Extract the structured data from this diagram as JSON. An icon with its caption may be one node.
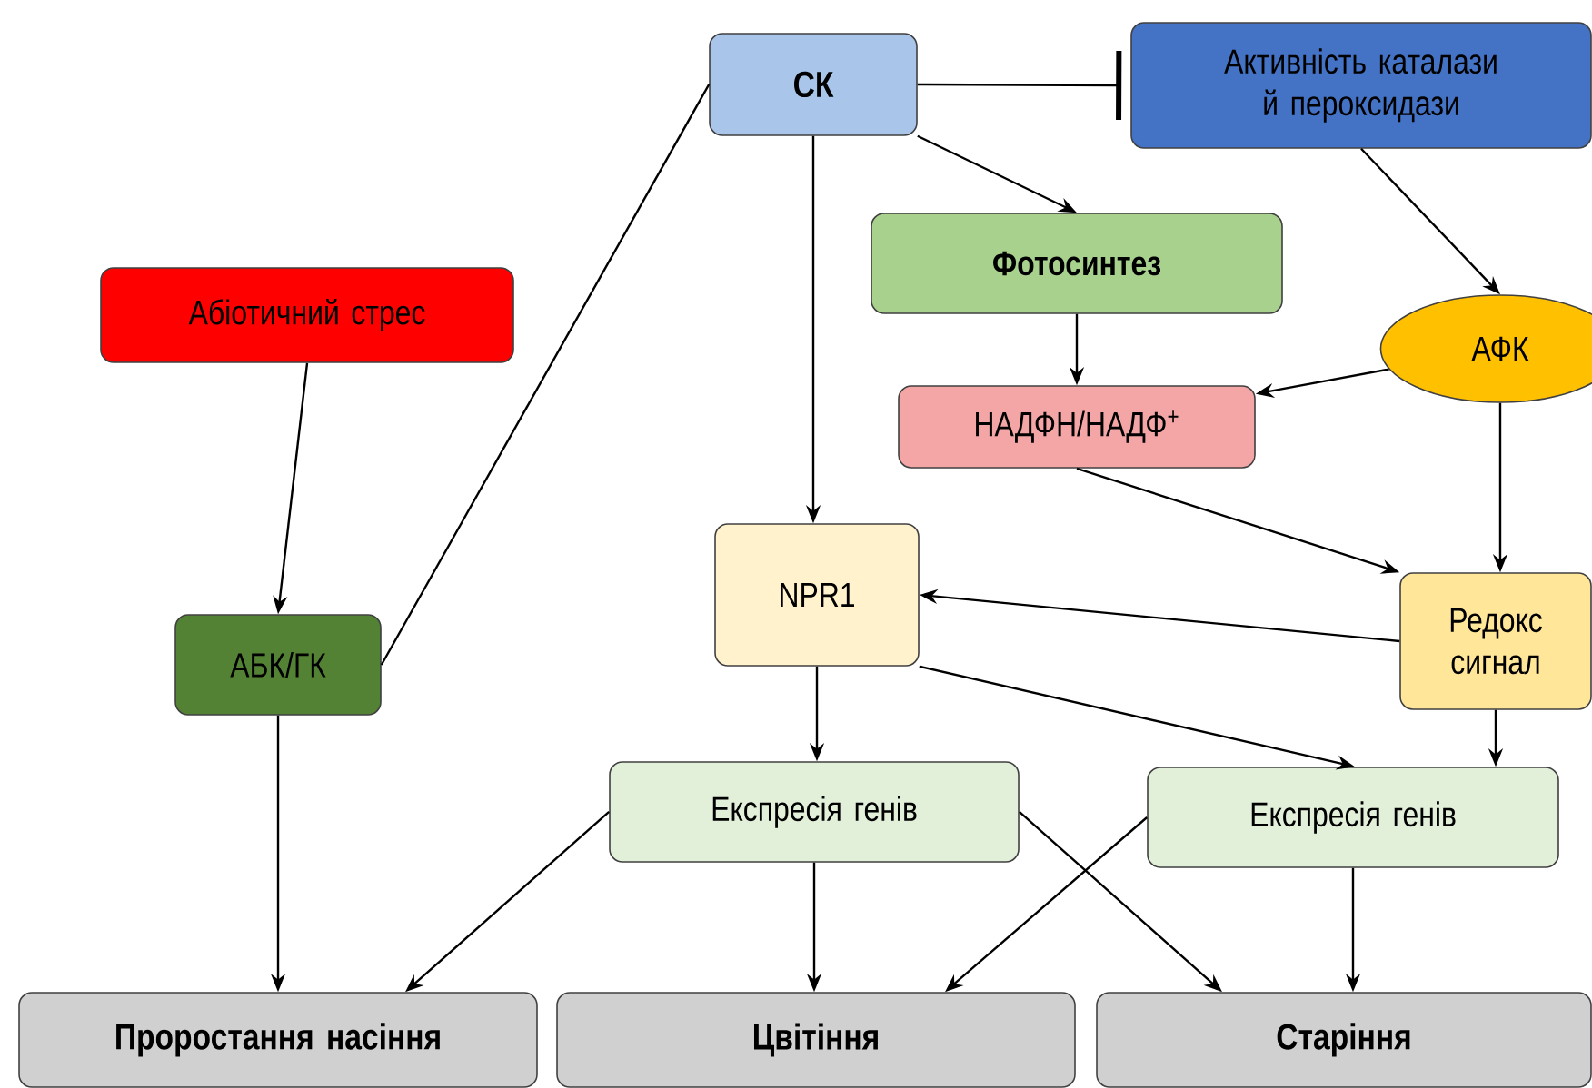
{
  "diagram": {
    "nodes": [
      {
        "text": [
          "СК"
        ]
      },
      {
        "text": [
          "Активність каталази й пероксидази"
        ]
      },
      {
        "text": [
          "Абіотичний стрес"
        ]
      },
      {
        "text": [
          "Фотосинтез"
        ]
      },
      {
        "text": [
          "АФК"
        ]
      },
      {
        "text": [
          "НАДФН/НАДФ$^{+}$"
        ]
      },
      {
        "text": [
          "NPR1"
        ]
      },
      {
        "text": [
          "АБК/ГК"
        ]
      },
      {
        "text": [
          "Редокс сигнал"
        ]
      },
      {
        "text": [
          "Експресія генів"
        ]
      },
      {
        "text": [
          "Експресія генів"
        ]
      },
      {
        "text": [
          "Проростання насіння"
        ]
      },
      {
        "text": [
          "Цвітіння"
        ]
      },
      {
        "text": [
          "Старіння"
        ]
      }
    ],
    "edges": [
      {
        "from": 0,
        "to": 1,
        "arrow": "other"
      },
      {
        "from": 0,
        "to": 3,
        "arrow": "to"
      },
      {
        "from": 0,
        "to": 6,
        "arrow": "to"
      },
      {
        "from": 7,
        "to": 0,
        "arrow": "none"
      },
      {
        "from": 2,
        "to": 7,
        "arrow": "to"
      },
      {
        "from": 1,
        "to": 4,
        "arrow": "to"
      },
      {
        "from": 3,
        "to": 5,
        "arrow": "to"
      },
      {
        "from": 4,
        "to": 5,
        "arrow": "to"
      },
      {
        "from": 4,
        "to": 8,
        "arrow": "to"
      },
      {
        "from": 5,
        "to": 8,
        "arrow": "to"
      },
      {
        "from": 8,
        "to": 6,
        "arrow": "to"
      },
      {
        "from": 6,
        "to": 9,
        "arrow": "to"
      },
      {
        "from": 6,
        "to": 10,
        "arrow": "to"
      },
      {
        "from": 8,
        "to": 10,
        "arrow": "to"
      },
      {
        "from": 9,
        "to": 11,
        "arrow": "to"
      },
      {
        "from": 9,
        "to": 12,
        "arrow": "to"
      },
      {
        "from": 9,
        "to": 13,
        "arrow": "to"
      },
      {
        "from": 10,
        "to": 12,
        "arrow": "to"
      },
      {
        "from": 10,
        "to": 13,
        "arrow": "to"
      },
      {
        "from": 7,
        "to": 11,
        "arrow": "to"
      }
    ]
  }
}
